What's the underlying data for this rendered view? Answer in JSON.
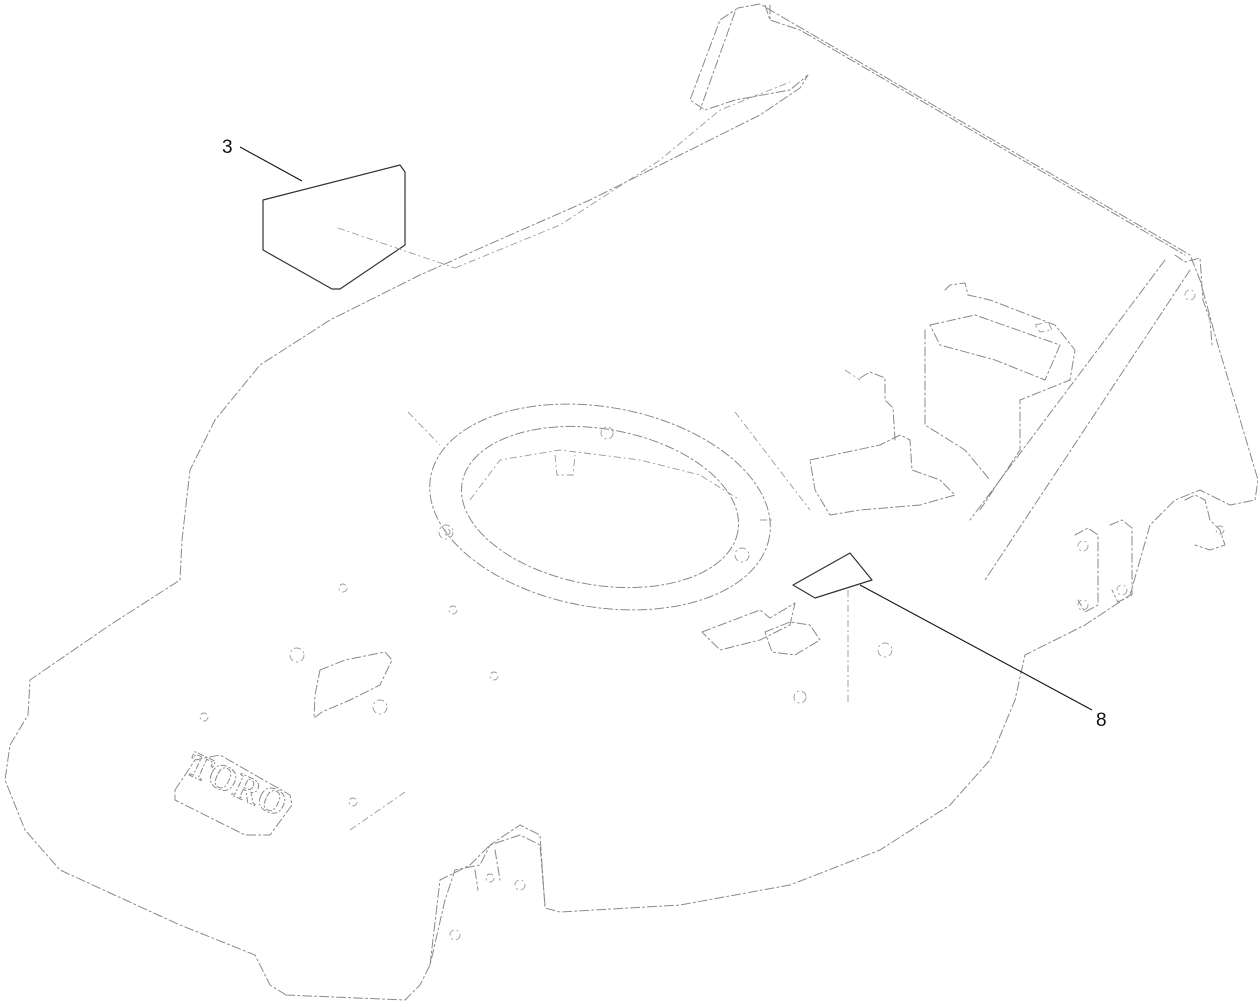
{
  "callouts": [
    {
      "id": "3",
      "label": "3"
    },
    {
      "id": "8",
      "label": "8"
    }
  ],
  "deck_logo": {
    "text": "TORO"
  },
  "colors": {
    "ghost_line": "#8a8a8a",
    "part_outline": "#333333",
    "leader": "#111111",
    "background": "#ffffff"
  }
}
